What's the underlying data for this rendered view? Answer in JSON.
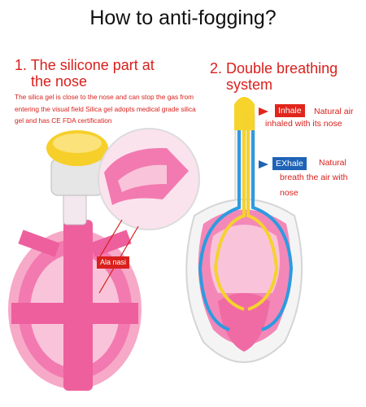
{
  "title": "How to anti-fogging?",
  "section1": {
    "heading_line1": "1. The silicone part at",
    "heading_line2": "the nose",
    "description": "The silica gel is close to the nose and can stop the gas from entering the visual field  Silica gel adopts medical grade silica gel and has CE FDA certification",
    "label": "Ala nasi"
  },
  "section2": {
    "heading_line1": "2. Double breathing",
    "heading_line2": "system",
    "inhale_tag": "Inhale",
    "inhale_text_1": "Natural air",
    "inhale_text_2": "inhaled with its nose",
    "exhale_tag": "EXhale",
    "exhale_text_1": "Natural",
    "exhale_text_2": "breath the air with",
    "exhale_text_3": "nose"
  },
  "colors": {
    "accent_red": "#d9201c",
    "inhale_yellow": "#f5d22e",
    "exhale_blue": "#2d9be0",
    "mask_pink": "#f06aa3"
  }
}
